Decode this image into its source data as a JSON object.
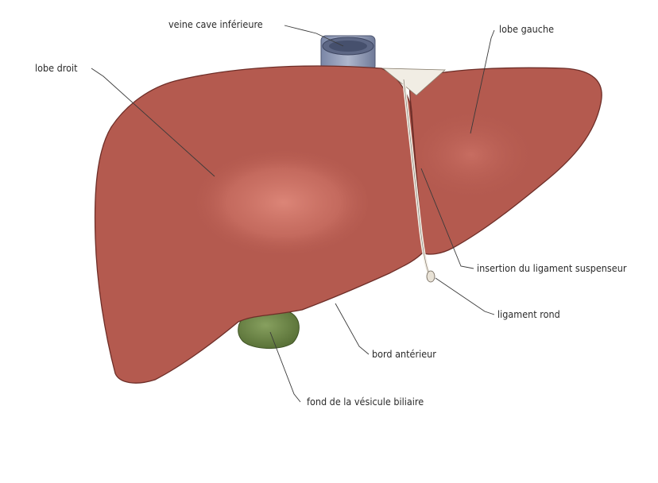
{
  "labels": {
    "veine_cave": "veine cave inférieure",
    "lobe_droit": "lobe droit",
    "lobe_gauche": "lobe gauche",
    "insertion_ligament": "insertion du ligament suspenseur",
    "ligament_rond": "ligament rond",
    "bord_anterieur": "bord antérieur",
    "fond_vesicule": "fond de la vésicule biliaire"
  },
  "colors": {
    "liver": "#b45a4f",
    "liver_highlight": "#d07a6d",
    "liver_outline": "#6e2e28",
    "vena_cava": "#8a94b0",
    "gallbladder": "#6f8a4c",
    "ligament": "#f3efe6"
  }
}
